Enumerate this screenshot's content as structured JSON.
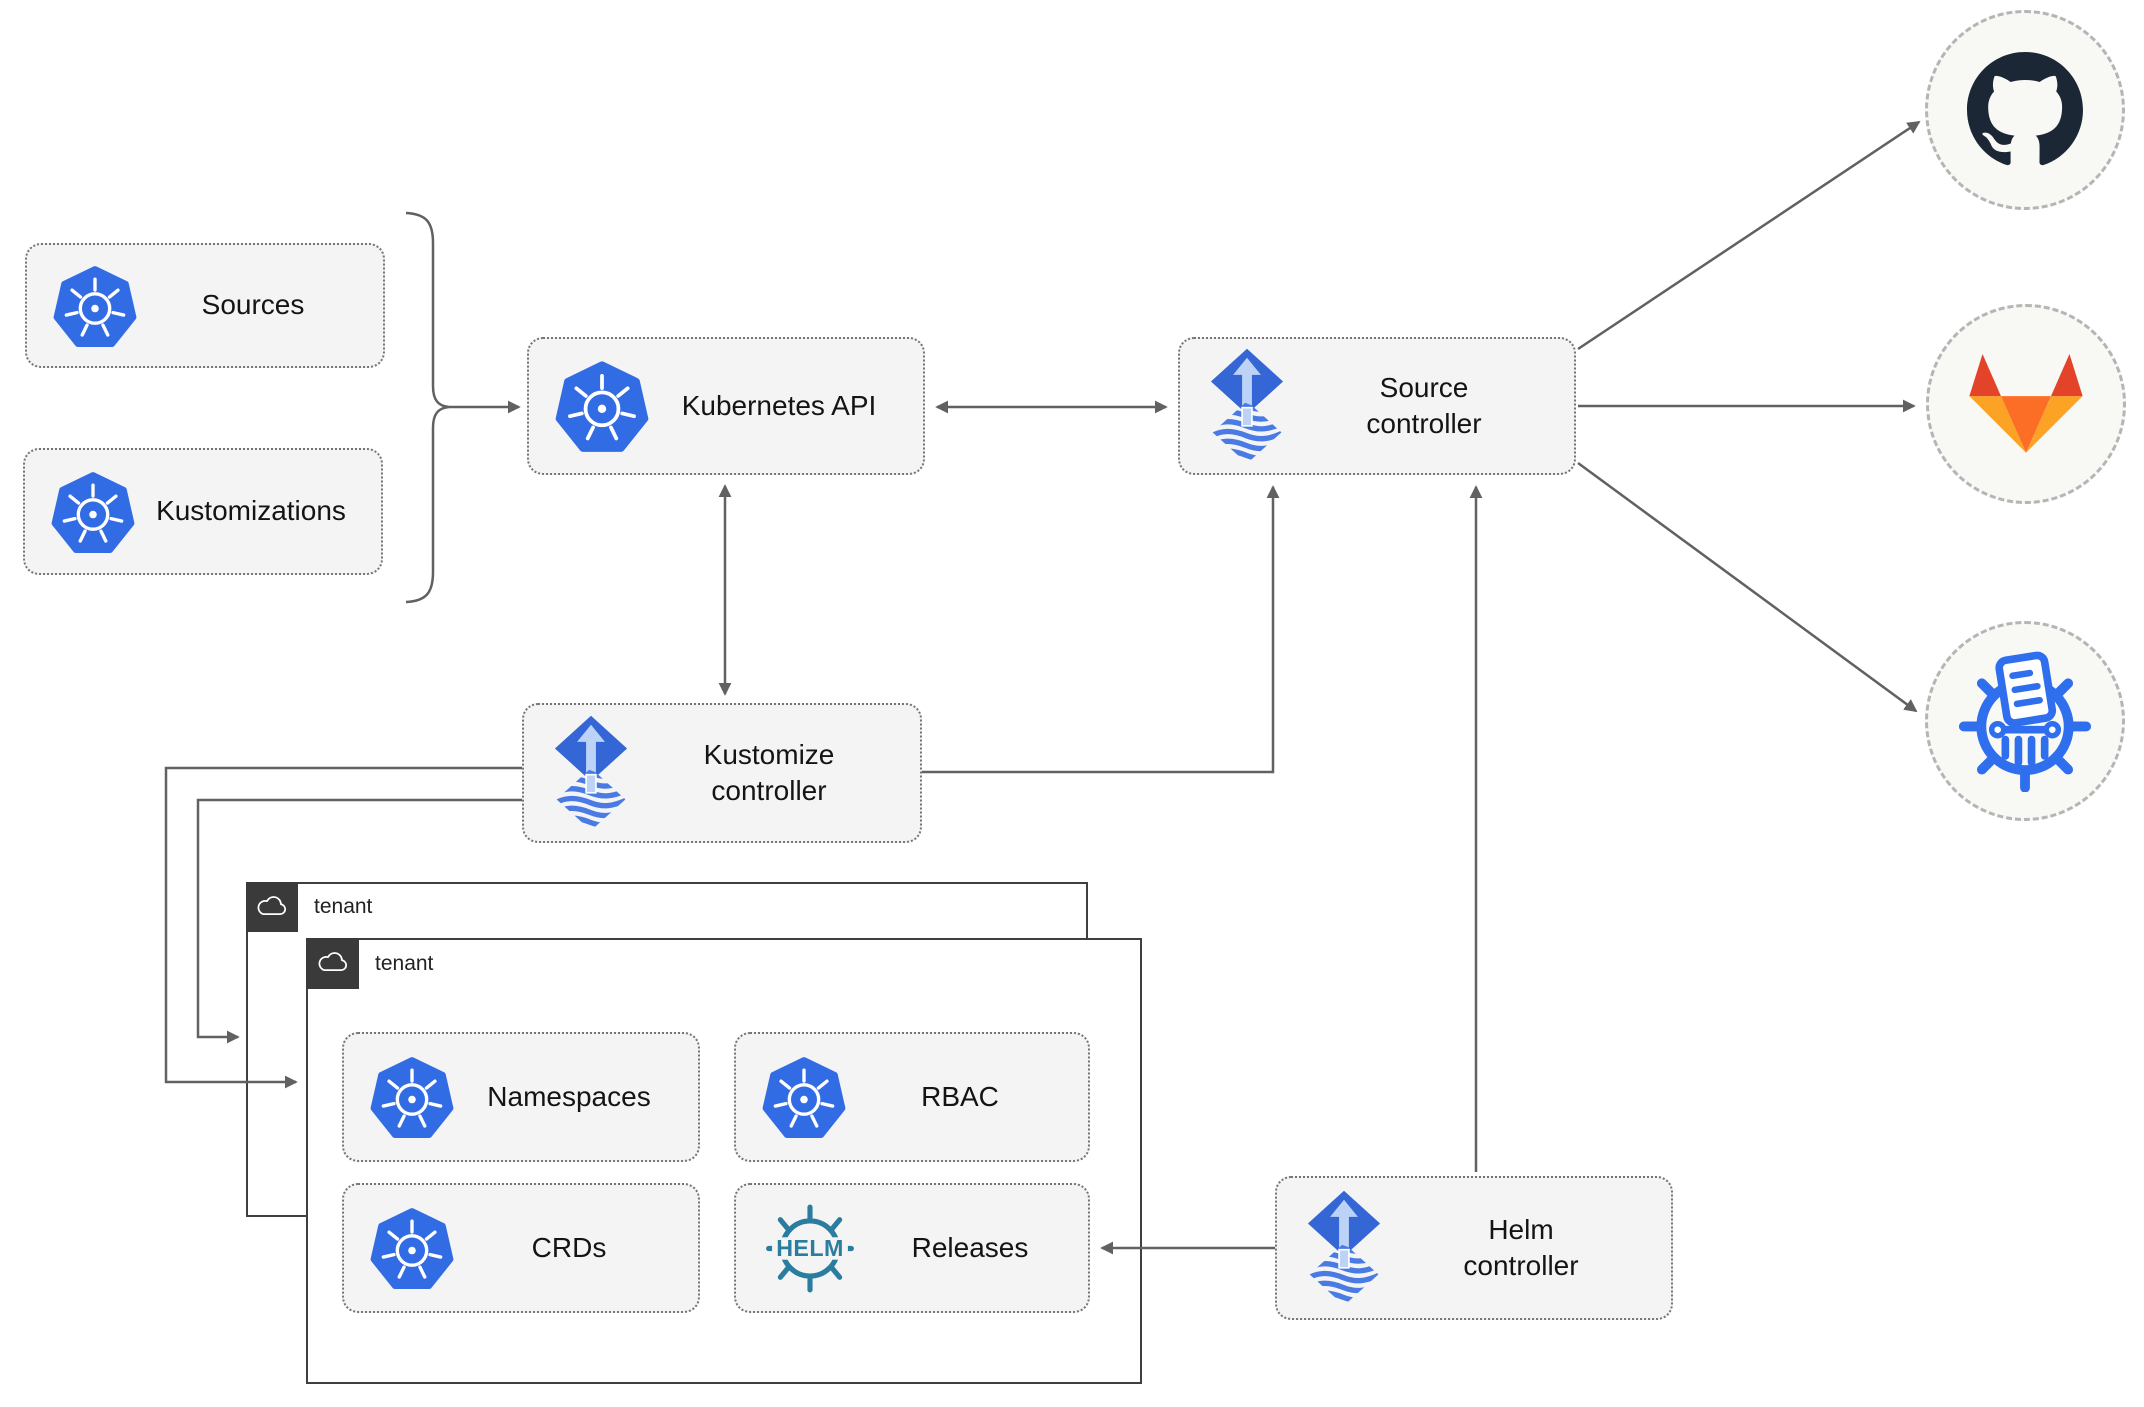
{
  "nodes": {
    "sources": {
      "label": "Sources"
    },
    "kustomizations": {
      "label": "Kustomizations"
    },
    "kubernetes_api": {
      "label": "Kubernetes API"
    },
    "source_controller": {
      "label": "Source controller"
    },
    "kustomize_controller": {
      "label": "Kustomize controller"
    },
    "helm_controller": {
      "label": "Helm controller"
    },
    "namespaces": {
      "label": "Namespaces"
    },
    "rbac": {
      "label": "RBAC"
    },
    "crds": {
      "label": "CRDs"
    },
    "releases": {
      "label": "Releases",
      "icon_text": "HELM"
    }
  },
  "tenants": {
    "back": {
      "label": "tenant"
    },
    "front": {
      "label": "tenant"
    }
  },
  "icons": {
    "kubernetes": "kubernetes-icon",
    "flux": "flux-icon",
    "helm": "helm-wheel-icon",
    "cloud": "cloud-icon",
    "github": "github-icon",
    "gitlab": "gitlab-icon",
    "registry": "helm-chart-registry-icon"
  },
  "colors": {
    "k8s_blue": "#326ce5",
    "flux_blue": "#3566d6",
    "flux_light": "#bcd2f7",
    "flux_stripe": "#4a7be4",
    "helm_teal": "#2a7d9e",
    "registry_blue": "#2f6fed",
    "github_dark": "#1b2734",
    "gitlab_red": "#e24329",
    "gitlab_orange": "#fc6d26",
    "gitlab_light": "#fca326",
    "line_gray": "#616161",
    "node_fill": "#f4f4f4",
    "node_border": "#757575",
    "tenant_border": "#3f3f3f",
    "tab_bg": "#3a3a3a",
    "circle_fill": "#f8f8f5",
    "circle_border": "#b5b5b5",
    "label_color": "#141414"
  }
}
